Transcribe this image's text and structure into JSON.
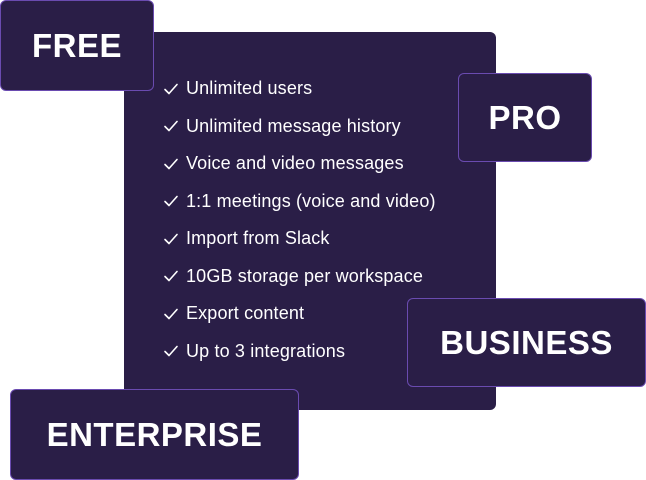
{
  "plans": {
    "free": "FREE",
    "pro": "PRO",
    "business": "BUSINESS",
    "enterprise": "ENTERPRISE"
  },
  "features": [
    "Unlimited users",
    "Unlimited message history",
    "Voice and video messages",
    "1:1 meetings (voice and video)",
    "Import from Slack",
    "10GB storage per workspace",
    "Export content",
    "Up to 3 integrations"
  ],
  "icons": {
    "feature": "check-icon"
  },
  "colors": {
    "card_background": "#2a1e47",
    "badge_border": "#6a4bb0",
    "text": "#ffffff"
  }
}
